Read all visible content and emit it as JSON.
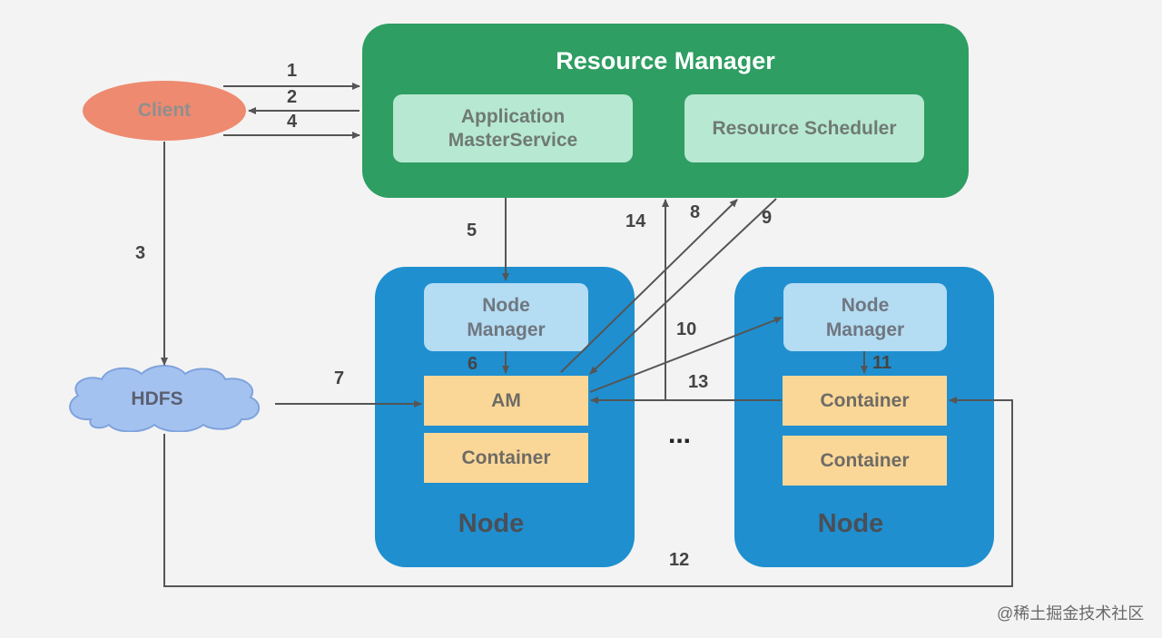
{
  "resource_manager": {
    "title": "Resource Manager",
    "application_master_service": "Application MasterService",
    "resource_scheduler": "Resource Scheduler"
  },
  "client": "Client",
  "hdfs": "HDFS",
  "nodes": [
    {
      "node_manager": "Node Manager",
      "containers": [
        "AM",
        "Container"
      ],
      "label": "Node"
    },
    {
      "node_manager": "Node Manager",
      "containers": [
        "Container",
        "Container"
      ],
      "label": "Node"
    }
  ],
  "ellipsis": "...",
  "step_numbers": [
    "1",
    "2",
    "3",
    "4",
    "5",
    "6",
    "7",
    "8",
    "9",
    "10",
    "11",
    "12",
    "13",
    "14"
  ],
  "watermark": "@稀土掘金技术社区",
  "colors": {
    "resource_manager": "#2e9e62",
    "rm_inner": "#b7e8d2",
    "node": "#1f8fcf",
    "node_manager": "#b4dcf3",
    "container": "#fbd797",
    "client": "#ee8a70",
    "hdfs": "#a4c2f0"
  }
}
